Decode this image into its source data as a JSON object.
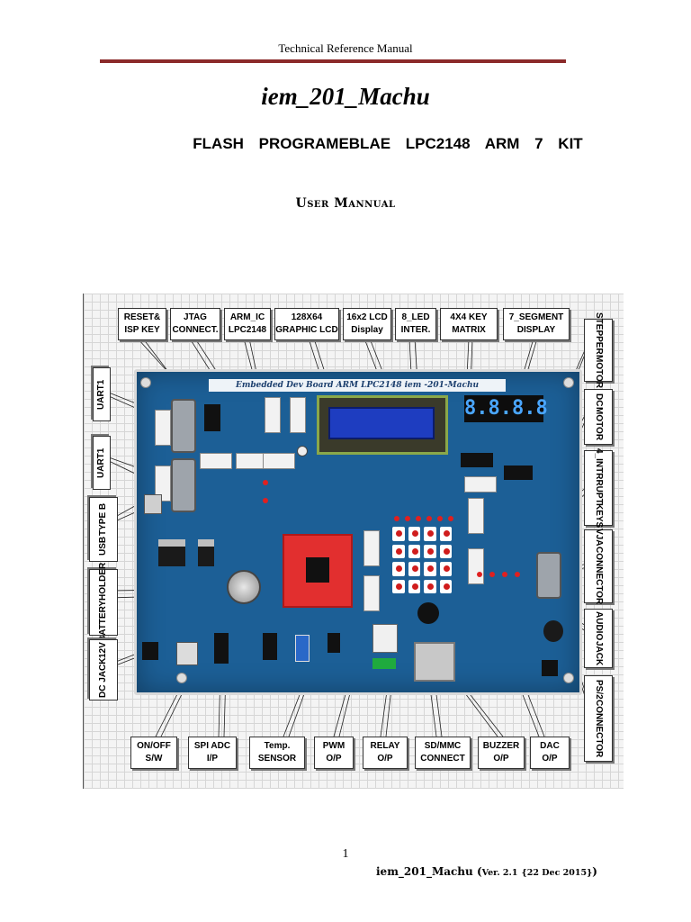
{
  "header": {
    "running_title": "Technical Reference Manual"
  },
  "title": "iem_201_Machu",
  "subtitle": "FLASH   PROGRAMEBLAE   LPC2148   ARM 7   KIT",
  "section_title": "User Mannual",
  "figure": {
    "board_title": "Embedded Dev Board ARM LPC2148  iem -201-Machu",
    "seven_segment_digits": "8.8.8.8",
    "labels_top": [
      {
        "line1": "RESET&",
        "line2": "ISP KEY"
      },
      {
        "line1": "JTAG",
        "line2": "CONNECT."
      },
      {
        "line1": "ARM_IC",
        "line2": "LPC2148"
      },
      {
        "line1": "128X64",
        "line2": "GRAPHIC LCD"
      },
      {
        "line1": "16x2 LCD",
        "line2": "Display"
      },
      {
        "line1": "8_LED",
        "line2": "INTER."
      },
      {
        "line1": "4X4 KEY",
        "line2": "MATRIX"
      },
      {
        "line1": "7_SEGMENT",
        "line2": "DISPLAY"
      }
    ],
    "labels_left": [
      {
        "line1": "UART1"
      },
      {
        "line1": "UART1"
      },
      {
        "line1": "USB",
        "line2": "TYPE B"
      },
      {
        "line1": "BATTERY",
        "line2": "HOLDER"
      },
      {
        "line1": "DC JACK",
        "line2": "12V"
      }
    ],
    "labels_right": [
      {
        "line1": "STEPPER",
        "line2": "MOTOR"
      },
      {
        "line1": "DC",
        "line2": "MOTOR"
      },
      {
        "line1": "4_INTRRUPT",
        "line2": "KEYS"
      },
      {
        "line1": "VJA",
        "line2": "CONNECTOR"
      },
      {
        "line1": "AUDIO",
        "line2": "JACK"
      },
      {
        "line1": "PS/2",
        "line2": "CONNECTOR"
      }
    ],
    "labels_bottom": [
      {
        "line1": "ON/OFF",
        "line2": "S/W"
      },
      {
        "line1": "SPI ADC",
        "line2": "I/P"
      },
      {
        "line1": "Temp.",
        "line2": "SENSOR"
      },
      {
        "line1": "PWM",
        "line2": "O/P"
      },
      {
        "line1": "RELAY",
        "line2": "O/P"
      },
      {
        "line1": "SD/MMC",
        "line2": "CONNECT"
      },
      {
        "line1": "BUZZER",
        "line2": "O/P"
      },
      {
        "line1": "DAC",
        "line2": "O/P"
      }
    ]
  },
  "page_number": "1",
  "footer": {
    "doc_name": "iem_201_Machu",
    "open_paren": "(",
    "version": "Ver. 2.1",
    "date": "{22 Dec 2015}",
    "close_paren": ")"
  }
}
